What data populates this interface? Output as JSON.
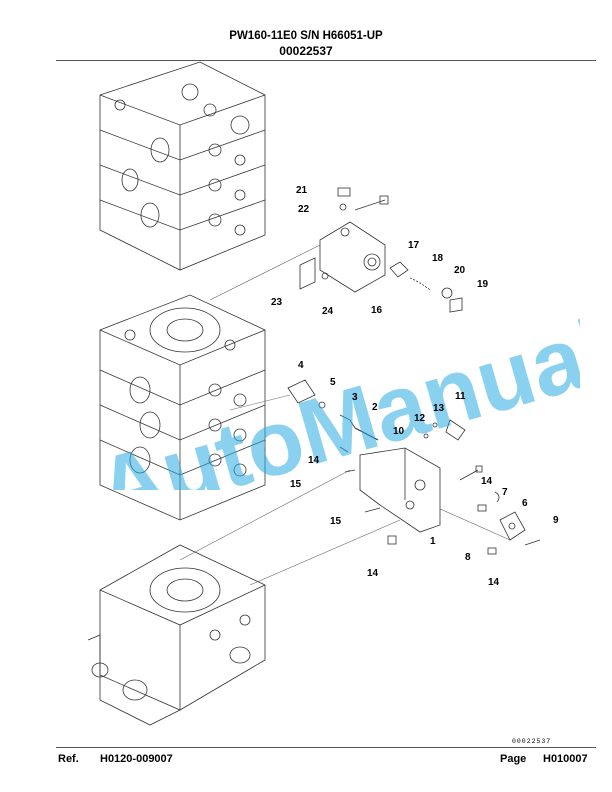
{
  "header": {
    "line1": "PW160-11E0 S/N H66051-UP",
    "line2": "00022537"
  },
  "watermark": {
    "text": "AutoManual",
    "color": "#29a9e1"
  },
  "parts_callouts": [
    {
      "id": "c1",
      "num": "1"
    },
    {
      "id": "c2",
      "num": "2"
    },
    {
      "id": "c3",
      "num": "3"
    },
    {
      "id": "c4",
      "num": "4"
    },
    {
      "id": "c5",
      "num": "5"
    },
    {
      "id": "c6",
      "num": "6"
    },
    {
      "id": "c7",
      "num": "7"
    },
    {
      "id": "c8",
      "num": "8"
    },
    {
      "id": "c9",
      "num": "9"
    },
    {
      "id": "c10",
      "num": "10"
    },
    {
      "id": "c11",
      "num": "11"
    },
    {
      "id": "c12",
      "num": "12"
    },
    {
      "id": "c13",
      "num": "13"
    },
    {
      "id": "c14a",
      "num": "14"
    },
    {
      "id": "c14b",
      "num": "14"
    },
    {
      "id": "c14c",
      "num": "14"
    },
    {
      "id": "c14d",
      "num": "14"
    },
    {
      "id": "c15a",
      "num": "15"
    },
    {
      "id": "c15b",
      "num": "15"
    },
    {
      "id": "c16",
      "num": "16"
    },
    {
      "id": "c17",
      "num": "17"
    },
    {
      "id": "c18",
      "num": "18"
    },
    {
      "id": "c19",
      "num": "19"
    },
    {
      "id": "c20",
      "num": "20"
    },
    {
      "id": "c21",
      "num": "21"
    },
    {
      "id": "c22",
      "num": "22"
    },
    {
      "id": "c23",
      "num": "23"
    },
    {
      "id": "c24",
      "num": "24"
    }
  ],
  "footer": {
    "ref_label": "Ref.",
    "ref_value": "H0120-009007",
    "page_label": "Page",
    "page_value": "H010007",
    "small_id": "00022537"
  }
}
